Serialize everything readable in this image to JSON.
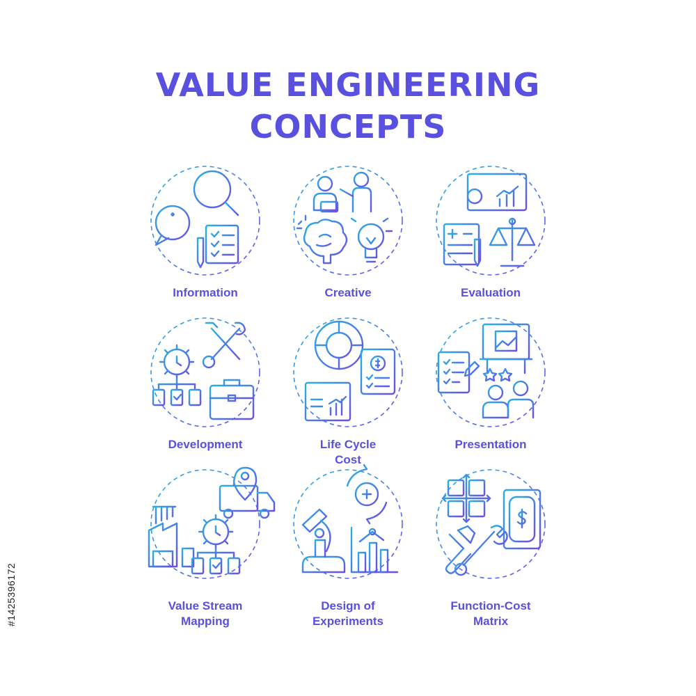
{
  "title_lines": [
    "VALUE ENGINEERING",
    "CONCEPTS"
  ],
  "stock_id": "#1425396172",
  "colors": {
    "gradient_start": "#27b0e6",
    "gradient_end": "#6a4ee8",
    "title": "#5a50e0"
  },
  "concepts": [
    {
      "label": [
        "Information"
      ],
      "icon": "magnifier-info-checklist-icon"
    },
    {
      "label": [
        "Creative"
      ],
      "icon": "team-brain-lightbulb-icon"
    },
    {
      "label": [
        "Evaluation"
      ],
      "icon": "report-scales-icon"
    },
    {
      "label": [
        "Development"
      ],
      "icon": "gear-tools-briefcase-icon"
    },
    {
      "label": [
        "Life Cycle",
        "Cost"
      ],
      "icon": "cycle-invoice-chart-icon"
    },
    {
      "label": [
        "Presentation"
      ],
      "icon": "board-team-stars-icon"
    },
    {
      "label": [
        "Value Stream",
        "Mapping"
      ],
      "icon": "truck-factory-gear-icon"
    },
    {
      "label": [
        "Design of",
        "Experiments"
      ],
      "icon": "microscope-chart-icon"
    },
    {
      "label": [
        "Function-Cost",
        "Matrix"
      ],
      "icon": "matrix-banknote-tools-icon"
    }
  ]
}
